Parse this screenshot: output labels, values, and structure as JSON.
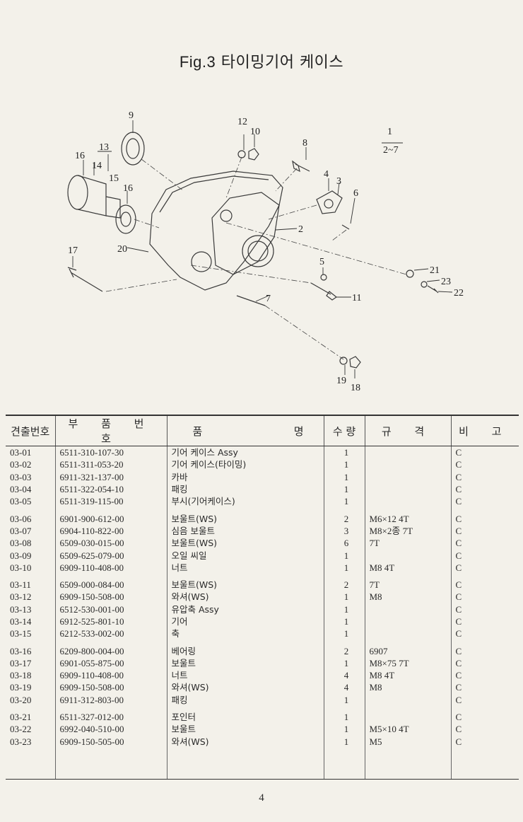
{
  "title": {
    "fig": "Fig.3",
    "text": "타이밍기어 케이스"
  },
  "callouts": {
    "c1": "1",
    "c1range": "2~7",
    "c2": "2",
    "c3": "3",
    "c4": "4",
    "c5": "5",
    "c6": "6",
    "c7": "7",
    "c8": "8",
    "c9": "9",
    "c10": "10",
    "c11": "11",
    "c12": "12",
    "c13": "13",
    "c14": "14",
    "c15": "15",
    "c16a": "16",
    "c16b": "16",
    "c17": "17",
    "c18": "18",
    "c19": "19",
    "c20": "20",
    "c21": "21",
    "c22": "22",
    "c23": "23"
  },
  "table": {
    "headers": {
      "no": "견출번호",
      "part": "부 품 번 호",
      "name_a": "품",
      "name_b": "명",
      "qty": "수 량",
      "spec": "규 격",
      "note": "비 고"
    },
    "rows": [
      {
        "no": "03-01",
        "part": "6511-310-107-30",
        "name": "기어 케이스 Assy",
        "qty": "1",
        "spec": "",
        "note": "C"
      },
      {
        "no": "03-02",
        "part": "6511-311-053-20",
        "name": "기어 케이스(타이밍)",
        "qty": "1",
        "spec": "",
        "note": "C"
      },
      {
        "no": "03-03",
        "part": "6911-321-137-00",
        "name": "카바",
        "qty": "1",
        "spec": "",
        "note": "C"
      },
      {
        "no": "03-04",
        "part": "6511-322-054-10",
        "name": "패킹",
        "qty": "1",
        "spec": "",
        "note": "C"
      },
      {
        "no": "03-05",
        "part": "6511-319-115-00",
        "name": "부시(기어케이스)",
        "qty": "1",
        "spec": "",
        "note": "C"
      },
      {
        "no": "03-06",
        "part": "6901-900-612-00",
        "name": "보울트(WS)",
        "qty": "2",
        "spec": "M6×12 4T",
        "note": "C"
      },
      {
        "no": "03-07",
        "part": "6904-110-822-00",
        "name": "심음 보울트",
        "qty": "3",
        "spec": "M8×2종 7T",
        "note": "C"
      },
      {
        "no": "03-08",
        "part": "6509-030-015-00",
        "name": "보울트(WS)",
        "qty": "6",
        "spec": "7T",
        "note": "C"
      },
      {
        "no": "03-09",
        "part": "6509-625-079-00",
        "name": "오일 씨일",
        "qty": "1",
        "spec": "",
        "note": "C"
      },
      {
        "no": "03-10",
        "part": "6909-110-408-00",
        "name": "너트",
        "qty": "1",
        "spec": "M8 4T",
        "note": "C"
      },
      {
        "no": "03-11",
        "part": "6509-000-084-00",
        "name": "보울트(WS)",
        "qty": "2",
        "spec": "7T",
        "note": "C"
      },
      {
        "no": "03-12",
        "part": "6909-150-508-00",
        "name": "와셔(WS)",
        "qty": "1",
        "spec": "M8",
        "note": "C"
      },
      {
        "no": "03-13",
        "part": "6512-530-001-00",
        "name": "유압축 Assy",
        "qty": "1",
        "spec": "",
        "note": "C"
      },
      {
        "no": "03-14",
        "part": "6912-525-801-10",
        "name": "기어",
        "qty": "1",
        "spec": "",
        "note": "C"
      },
      {
        "no": "03-15",
        "part": "6212-533-002-00",
        "name": "축",
        "qty": "1",
        "spec": "",
        "note": "C"
      },
      {
        "no": "03-16",
        "part": "6209-800-004-00",
        "name": "베어링",
        "qty": "2",
        "spec": "6907",
        "note": "C"
      },
      {
        "no": "03-17",
        "part": "6901-055-875-00",
        "name": "보울트",
        "qty": "1",
        "spec": "M8×75 7T",
        "note": "C"
      },
      {
        "no": "03-18",
        "part": "6909-110-408-00",
        "name": "너트",
        "qty": "4",
        "spec": "M8 4T",
        "note": "C"
      },
      {
        "no": "03-19",
        "part": "6909-150-508-00",
        "name": "와셔(WS)",
        "qty": "4",
        "spec": "M8",
        "note": "C"
      },
      {
        "no": "03-20",
        "part": "6911-312-803-00",
        "name": "패킹",
        "qty": "1",
        "spec": "",
        "note": "C"
      },
      {
        "no": "03-21",
        "part": "6511-327-012-00",
        "name": "포인터",
        "qty": "1",
        "spec": "",
        "note": "C"
      },
      {
        "no": "03-22",
        "part": "6992-040-510-00",
        "name": "보울트",
        "qty": "1",
        "spec": "M5×10 4T",
        "note": "C"
      },
      {
        "no": "03-23",
        "part": "6909-150-505-00",
        "name": "와셔(WS)",
        "qty": "1",
        "spec": "M5",
        "note": "C"
      }
    ]
  },
  "page_number": "4"
}
